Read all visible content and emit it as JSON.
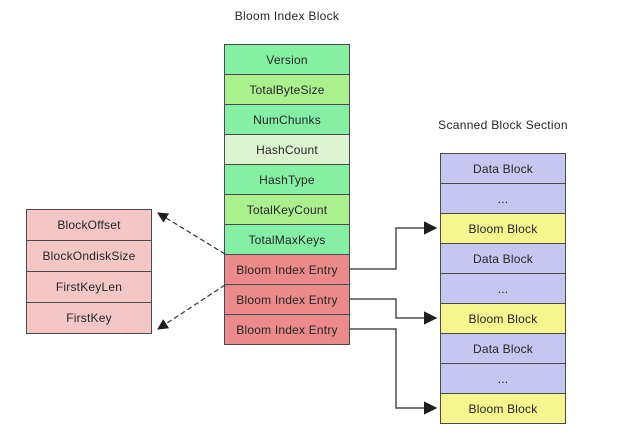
{
  "palette": {
    "green_medium": "#85f0a3",
    "green_light": "#aaf08f",
    "green_pale": "#dcf5d0",
    "salmon": "#ea8a8a",
    "pink": "#f4c6c6",
    "lavender": "#c6c6f0",
    "yellow": "#f6f68e",
    "box_border": "#4a4a4a",
    "arrow": "#4d4d4d",
    "text": "#262626"
  },
  "diagram": {
    "bloom_index_block": {
      "title": "Bloom Index Block",
      "rows": [
        {
          "label": "Version",
          "color": "#85f0a3"
        },
        {
          "label": "TotalByteSize",
          "color": "#aaf08f"
        },
        {
          "label": "NumChunks",
          "color": "#85f0a3"
        },
        {
          "label": "HashCount",
          "color": "#dcf5d0"
        },
        {
          "label": "HashType",
          "color": "#85f0a3"
        },
        {
          "label": "TotalKeyCount",
          "color": "#aaf08f"
        },
        {
          "label": "TotalMaxKeys",
          "color": "#85f0a3"
        },
        {
          "label": "Bloom Index Entry",
          "color": "#ea8a8a"
        },
        {
          "label": "Bloom Index Entry",
          "color": "#ea8a8a"
        },
        {
          "label": "Bloom Index Entry",
          "color": "#ea8a8a"
        }
      ]
    },
    "bloom_index_entry_detail": {
      "rows": [
        {
          "label": "BlockOffset",
          "color": "#f4c6c6"
        },
        {
          "label": "BlockOndiskSize",
          "color": "#f4c6c6"
        },
        {
          "label": "FirstKeyLen",
          "color": "#f4c6c6"
        },
        {
          "label": "FirstKey",
          "color": "#f4c6c6"
        }
      ]
    },
    "scanned_block_section": {
      "title": "Scanned Block Section",
      "rows": [
        {
          "label": "Data Block",
          "color": "#c6c6f0"
        },
        {
          "label": "...",
          "color": "#c6c6f0"
        },
        {
          "label": "Bloom Block",
          "color": "#f6f68e"
        },
        {
          "label": "Data Block",
          "color": "#c6c6f0"
        },
        {
          "label": "...",
          "color": "#c6c6f0"
        },
        {
          "label": "Bloom Block",
          "color": "#f6f68e"
        },
        {
          "label": "Data Block",
          "color": "#c6c6f0"
        },
        {
          "label": "...",
          "color": "#c6c6f0"
        },
        {
          "label": "Bloom Block",
          "color": "#f6f68e"
        }
      ]
    },
    "connections": [
      {
        "type": "dashed",
        "from": "bloom-index-entry-1-top-left",
        "to": "entry-detail-top-right"
      },
      {
        "type": "dashed",
        "from": "bloom-index-entry-1-bottom-left",
        "to": "entry-detail-bottom-right"
      },
      {
        "type": "solid",
        "from": "bloom-index-entry-1",
        "to": "bloom-block-1"
      },
      {
        "type": "solid",
        "from": "bloom-index-entry-2",
        "to": "bloom-block-2"
      },
      {
        "type": "solid",
        "from": "bloom-index-entry-3",
        "to": "bloom-block-3"
      }
    ]
  }
}
